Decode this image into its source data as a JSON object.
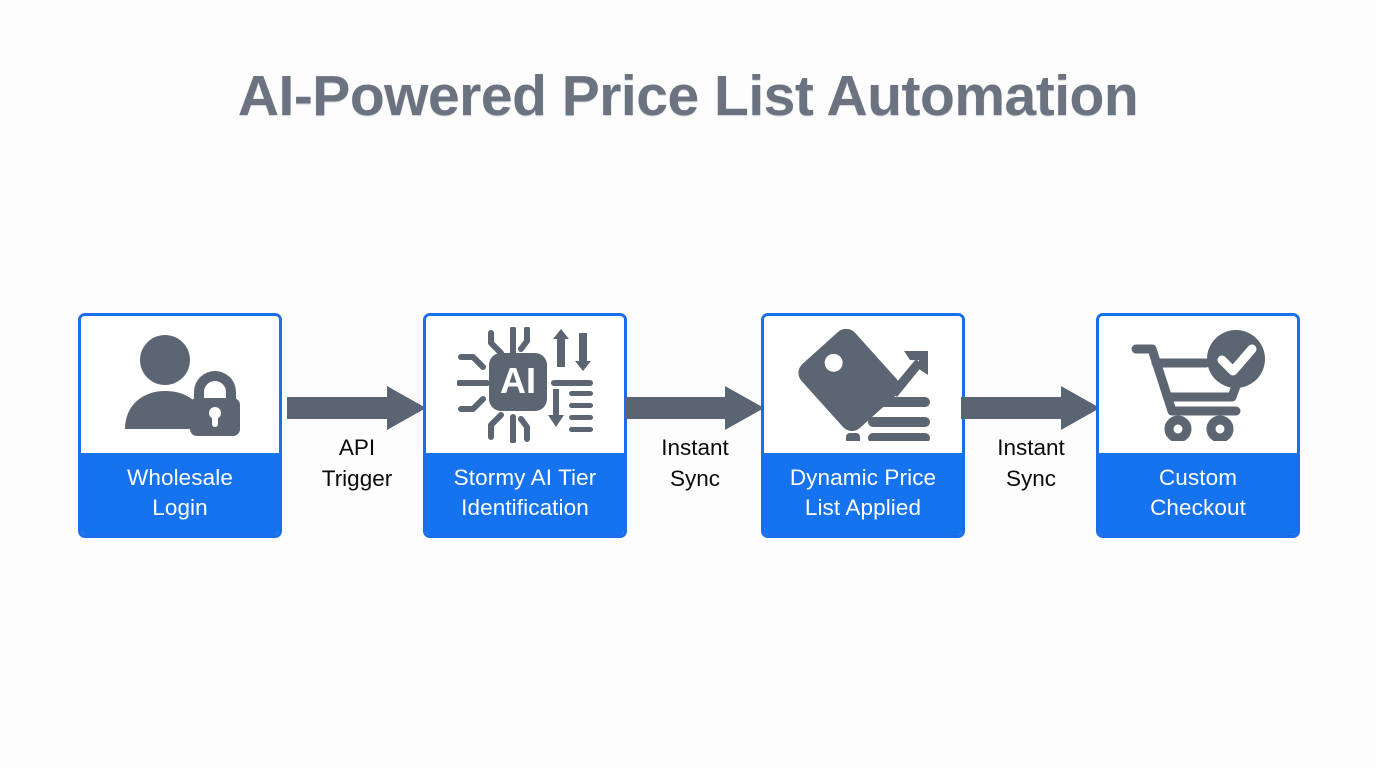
{
  "title": "AI-Powered Price List Automation",
  "colors": {
    "background": "#fdfdfd",
    "title_text": "#6b7380",
    "node_border": "#1a6ee8",
    "node_footer": "#1573f0",
    "node_footer_text": "#ffffff",
    "icon_gray": "#5c6672",
    "arrow_gray": "#5a6472",
    "connector_label_text": "#0a0a0a"
  },
  "flow": {
    "nodes": [
      {
        "id": "wholesale-login",
        "icon": "person-lock-icon",
        "label_line_1": "Wholesale",
        "label_line_2": "Login"
      },
      {
        "id": "stormy-ai-tier-identification",
        "icon": "ai-chip-icon",
        "icon_text": "AI",
        "label_line_1": "Stormy AI Tier",
        "label_line_2": "Identification"
      },
      {
        "id": "dynamic-price-list-applied",
        "icon": "price-tag-chart-list-icon",
        "label_line_1": "Dynamic Price",
        "label_line_2": "List Applied"
      },
      {
        "id": "custom-checkout",
        "icon": "cart-check-icon",
        "label_line_1": "Custom",
        "label_line_2": "Checkout"
      }
    ],
    "connectors": [
      {
        "id": "api-trigger",
        "icon": "arrow-right-icon",
        "label_line_1": "API",
        "label_line_2": "Trigger"
      },
      {
        "id": "instant-sync-1",
        "icon": "arrow-right-icon",
        "label_line_1": "Instant",
        "label_line_2": "Sync"
      },
      {
        "id": "instant-sync-2",
        "icon": "arrow-right-icon",
        "label_line_1": "Instant",
        "label_line_2": "Sync"
      }
    ]
  }
}
